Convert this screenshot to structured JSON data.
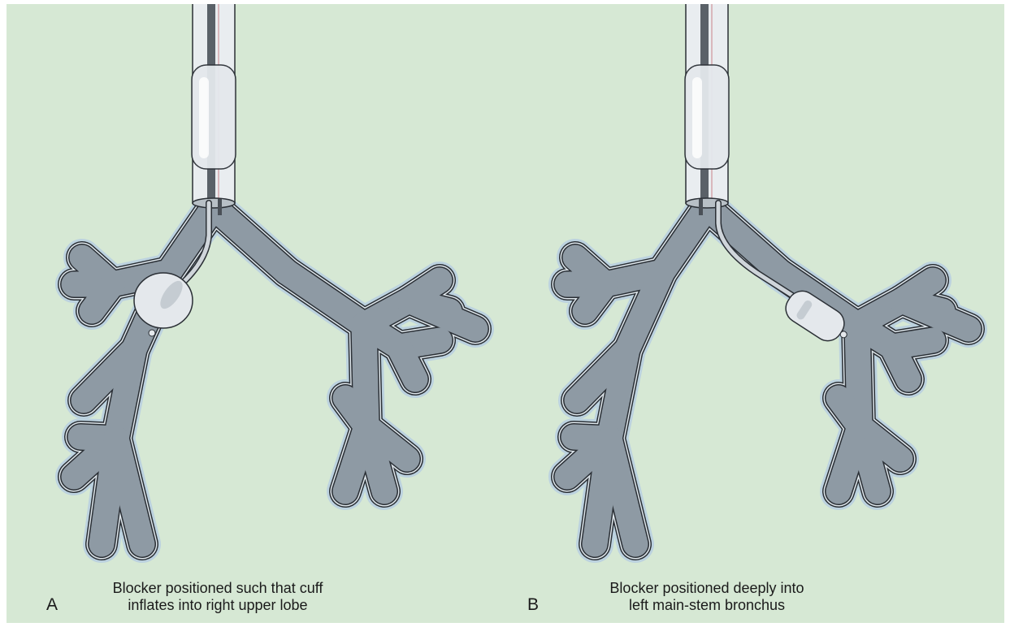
{
  "panels": [
    {
      "letter": "A",
      "caption_lines": [
        "Blocker positioned such that cuff",
        "inflates into right upper lobe"
      ]
    },
    {
      "letter": "B",
      "caption_lines": [
        "Blocker positioned deeply into",
        "left main-stem bronchus"
      ]
    }
  ],
  "colors": {
    "background": "#d6e8d4",
    "airway": "#8e9aa4",
    "airway_outline": "#2a2f35",
    "mucosa": "#bcd2df",
    "cuff": "#e4e8ec",
    "tube": "#cfd5da"
  }
}
